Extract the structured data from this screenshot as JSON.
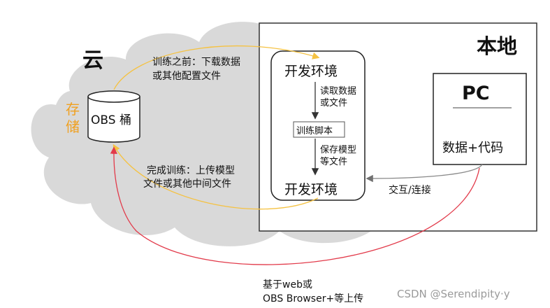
{
  "cloud": {
    "title": "云",
    "storage_label_line1": "存",
    "storage_label_line2": "储",
    "obs_label": "OBS 桶"
  },
  "local": {
    "title": "本地",
    "dev_env_top": "开发环境",
    "read_label_line1": "读取数据",
    "read_label_line2": "或文件",
    "train_script": "训练脚本",
    "save_label_line1": "保存模型",
    "save_label_line2": "等文件",
    "dev_env_bottom": "开发环境"
  },
  "pc": {
    "title": "PC",
    "content": "数据+代码"
  },
  "arrows": {
    "before_training_line1": "训练之前：下载数据",
    "before_training_line2": "或其他配置文件",
    "after_training_line1": "完成训练：上传模型",
    "after_training_line2": "文件或其他中间文件",
    "interaction": "交互/连接",
    "upload_line1": "基于web或",
    "upload_line2": "OBS Browser+等上传"
  },
  "watermark": "CSDN @Serendipity·y",
  "colors": {
    "cloud_fill": "#d9d9d9",
    "orange_arrow": "#f5c242",
    "red_arrow": "#e23a4a",
    "storage_text": "#f0a020",
    "gray_arrow": "#8a8a8a"
  }
}
